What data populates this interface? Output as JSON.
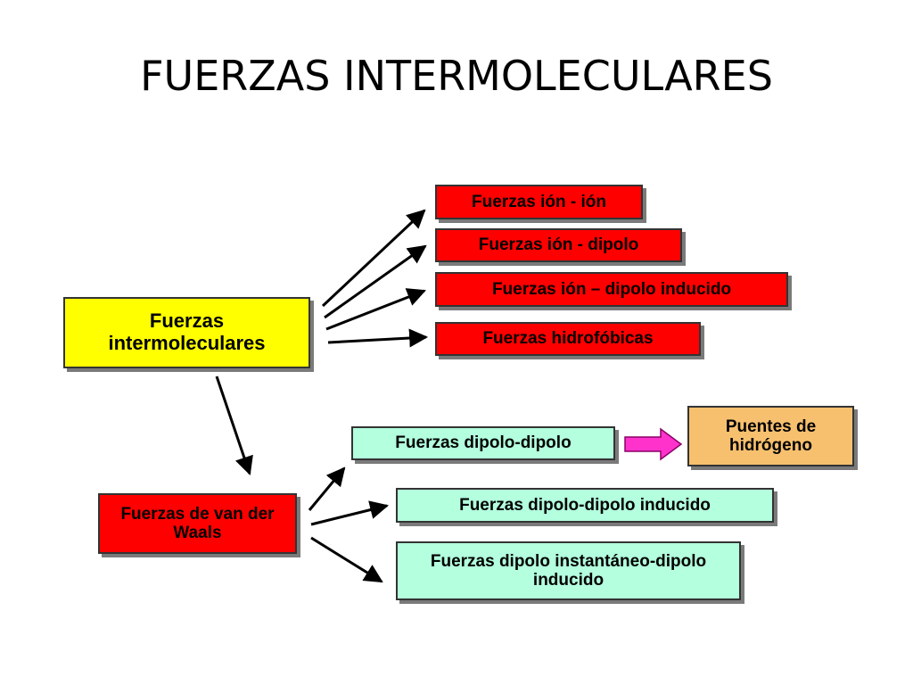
{
  "title": "FUERZAS INTERMOLECULARES",
  "nodes": {
    "root": "Fuerzas intermoleculares",
    "ion_ion": "Fuerzas ión - ión",
    "ion_dipolo": "Fuerzas ión - dipolo",
    "ion_dipolo_inducido": "Fuerzas ión – dipolo inducido",
    "hidrofobicas": "Fuerzas hidrofóbicas",
    "van_der_waals": "Fuerzas de van der Waals",
    "dipolo_dipolo": "Fuerzas dipolo-dipolo",
    "puentes_hidrogeno": "Puentes de hidrógeno",
    "dipolo_dipolo_inducido": "Fuerzas dipolo-dipolo inducido",
    "dipolo_instantaneo": "Fuerzas dipolo instantáneo-dipolo inducido"
  },
  "colors": {
    "root": "#ffff00",
    "red": "#ff0000",
    "teal": "#b3ffde",
    "orange": "#f7c06f",
    "highlight_arrow": "#ff33cc"
  }
}
